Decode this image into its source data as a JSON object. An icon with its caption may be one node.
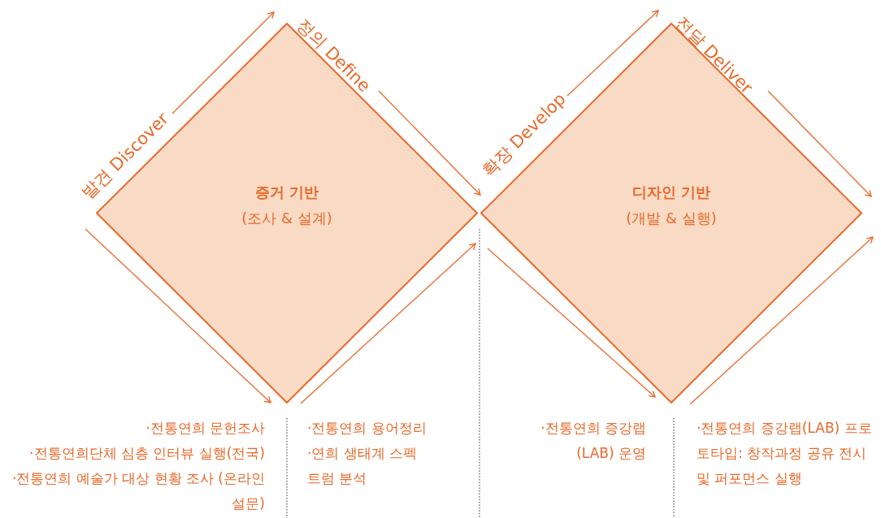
{
  "diagram": {
    "nodes": [
      {
        "text": [
          "증거 기반",
          "(조사 & 설계)"
        ]
      },
      {
        "text": [
          "디자인 기반",
          "(개발 & 실행)"
        ]
      }
    ],
    "edges": [],
    "labels": [
      "정의 Define",
      "전달 Deliver",
      "발견 Discover",
      "확장 Develop",
      "·전통연희 문헌조사",
      "·전통연희단체 심층 인터뷰 실행(전국)",
      "·전통연희 예술가 대상 현황 조사 (온라인 설문)",
      "·전통연희 용어정리",
      "·연희 생태계 스펙트럼 분석",
      "·전통연희 증강랩(LAB) 운영",
      "·전통연희 증강랩(LAB) 프로토타입: 창작과정 공유 전시 및 퍼포먼스 실행"
    ]
  }
}
